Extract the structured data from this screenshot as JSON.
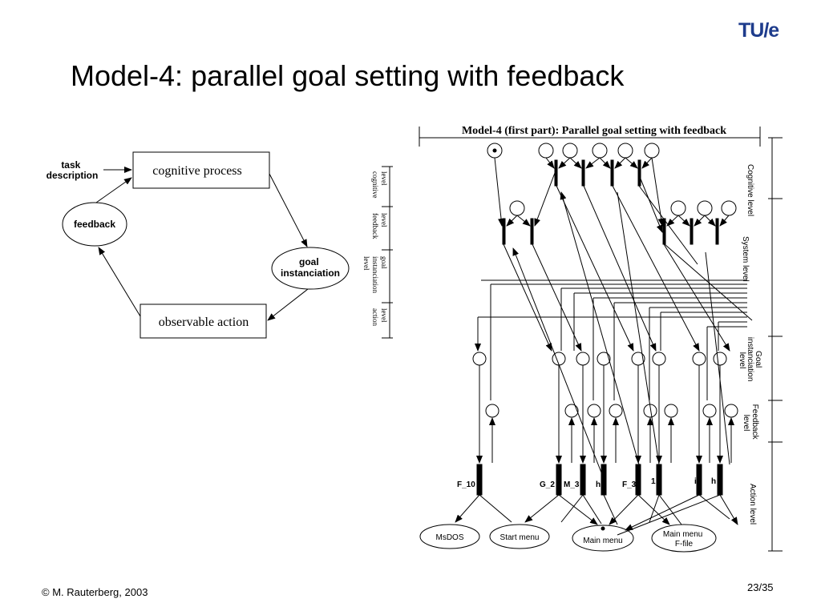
{
  "slide": {
    "title": "Model-4: parallel goal setting with feedback",
    "logo_text": "TU/e",
    "footer_left": "© M. Rauterberg, 2003",
    "page_number": "23/35",
    "accent_color": "#1e3c8c"
  },
  "cycle_diagram": {
    "nodes": {
      "task_description": [
        "task",
        "description"
      ],
      "cognitive_process": "cognitive process",
      "goal_instanciation": [
        "goal",
        "instanciation"
      ],
      "observable_action": "observable action",
      "feedback": "feedback"
    },
    "scale_labels": {
      "cognitive": [
        "cognitive",
        "level"
      ],
      "feedback": [
        "feedback",
        "level"
      ],
      "goal": [
        "goal",
        "instanciation",
        "level"
      ],
      "action": [
        "action",
        "level"
      ]
    }
  },
  "petri_net": {
    "title": "Model-4 (first part): Parallel goal setting with feedback",
    "levels": {
      "cognitive": "Cognitive level",
      "system": "System level",
      "goal": [
        "Goal",
        "instanciation",
        "level"
      ],
      "feedback": [
        "Feedback",
        "level"
      ],
      "action": "Action level"
    },
    "transition_labels": {
      "f10": "F_10",
      "g2": "G_2",
      "m3": "M_3",
      "h1": "h",
      "f3": "F_3",
      "one": "1",
      "i": "i",
      "h2": "h"
    },
    "states": {
      "msdos": "MsDOS",
      "start_menu": "Start menu",
      "main_menu": "Main menu",
      "main_menu_ffile": [
        "Main menu",
        "F-file"
      ]
    }
  }
}
